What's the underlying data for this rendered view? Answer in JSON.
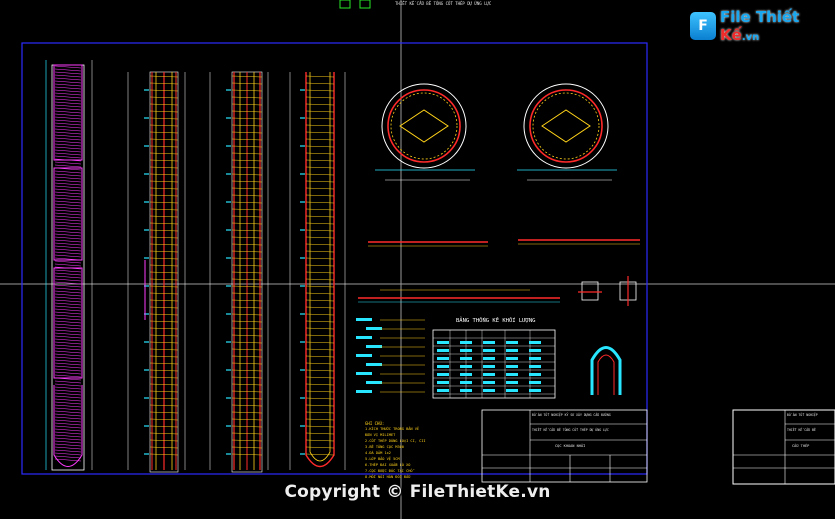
{
  "watermark": {
    "logo_badge": "F",
    "logo_name": "File Thiết ",
    "logo_ke": "Kế",
    "logo_suffix": ".vn",
    "copyright": "Copyright © FileThietKe.vn"
  },
  "drawing": {
    "top_caption": "THIẾT KẾ CẦU BÊ TÔNG CỐT THÉP DỰ ỨNG LỰC",
    "table_title": "BẢNG THỐNG KÊ KHỐI LƯỢNG",
    "notes_title": "GHI CHÚ:",
    "notes": [
      "1.KÍCH THƯỚC TRONG BẢN VẼ",
      "  ĐƠN VỊ MILIMET",
      "2.CỐT THÉP DÙNG LOẠI CI, CII",
      "3.BÊ TÔNG CỌC M300",
      "4.ĐÁ DĂM 1x2",
      "5.LỚP BẢO VỆ 5CM",
      "6.THÉP ĐAI XOẮN LÒ XO",
      "7.CỌC ĐƯỢC ĐÚC TẠI CHỖ",
      "8.MỐI NỐI HÀN ĐỐI ĐẦU"
    ],
    "title_block_1": {
      "school": "ĐỒ ÁN TỐT NGHIỆP KỸ SƯ XÂY DỰNG CẦU ĐƯỜNG",
      "project": "THIẾT KẾ CẦU BÊ TÔNG CỐT THÉP DỰ ỨNG LỰC",
      "sheet": "CỌC KHOAN NHỒI"
    },
    "title_block_2": {
      "school": "ĐỒ ÁN TỐT NGHIỆP",
      "project": "THIẾT KẾ CẦU BÊ",
      "sheet": "CẦU THÉP"
    }
  },
  "colors": {
    "frame": "#2b2bff",
    "rebar_red": "#ff2a2a",
    "rebar_yellow": "#ffd21a",
    "hatch_pink": "#ff3cff",
    "dim_cyan": "#28e6ff",
    "annotation_green": "#27e827"
  }
}
